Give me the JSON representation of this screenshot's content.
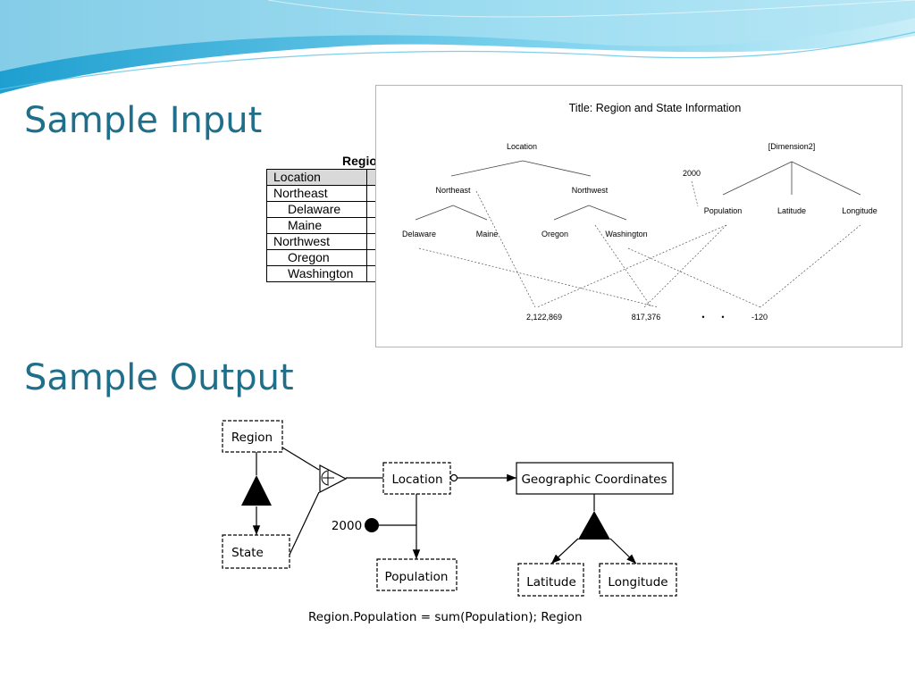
{
  "headings": {
    "input": "Sample Input",
    "output": "Sample Output"
  },
  "input_table": {
    "title_visible": "Regio",
    "rows": [
      "Location",
      "Northeast",
      "Delaware",
      "Maine",
      "Northwest",
      "Oregon",
      "Washington"
    ]
  },
  "input_figure": {
    "title": "Title: Region and State Information",
    "location": "Location",
    "dimension2": "[Dimension2]",
    "year": "2000",
    "northeast": "Northeast",
    "northwest": "Northwest",
    "delaware": "Delaware",
    "maine": "Maine",
    "oregon": "Oregon",
    "washington": "Washington",
    "population": "Population",
    "latitude": "Latitude",
    "longitude": "Longitude",
    "value1": "2,122,869",
    "value2": "817,376",
    "dot1": "•",
    "dot2": "•",
    "value3": "-120"
  },
  "output_figure": {
    "region": "Region",
    "state": "State",
    "location": "Location",
    "geo": "Geographic Coordinates",
    "year": "2000",
    "population": "Population",
    "latitude": "Latitude",
    "longitude": "Longitude",
    "formula": "Region.Population = sum(Population); Region"
  },
  "colors": {
    "heading": "#1f6f8b",
    "wave_dark": "#2aa8d6",
    "wave_light": "#bfe9f6"
  }
}
